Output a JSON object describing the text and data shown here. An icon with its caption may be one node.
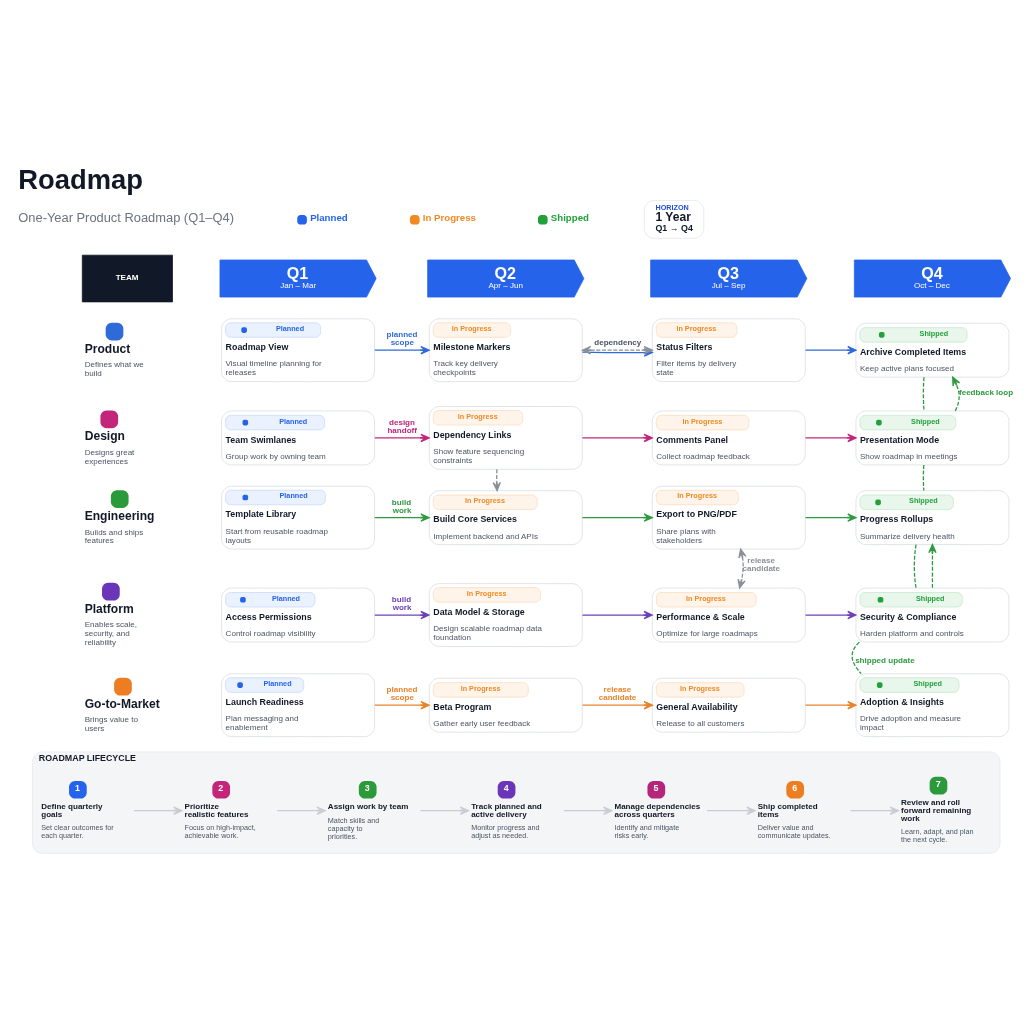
{
  "diagram": {
    "title": "Roadmap",
    "nodes": [
      {
        "text": [
          "HORIZON",
          "1 Year",
          "Q1 → Q4"
        ]
      },
      {
        "text": [
          "TEAM"
        ]
      },
      {
        "text": [
          "Q1",
          "Jan – Mar"
        ]
      },
      {
        "text": [
          "Q2",
          "Apr – Jun"
        ]
      },
      {
        "text": [
          "Q3",
          "Jul – Sep"
        ]
      },
      {
        "text": [
          "Q4",
          "Oct – Dec"
        ]
      },
      {
        "text": [
          "Product",
          "Defines what we build"
        ]
      },
      {
        "text": [
          "Planned",
          "Roadmap View",
          "Visual timeline planning for releases"
        ]
      },
      {
        "text": [
          "In Progress",
          "Milestone Markers",
          "Track key delivery checkpoints"
        ]
      },
      {
        "text": [
          "In Progress",
          "Status Filters",
          "Filter items by delivery state"
        ]
      },
      {
        "text": [
          "Shipped",
          "Archive Completed Items",
          "Keep active plans focused"
        ]
      },
      {
        "text": [
          "Design",
          "Designs great experiences"
        ]
      },
      {
        "text": [
          "Planned",
          "Team Swimlanes",
          "Group work by owning team"
        ]
      },
      {
        "text": [
          "In Progress",
          "Dependency Links",
          "Show feature sequencing constraints"
        ]
      },
      {
        "text": [
          "In Progress",
          "Comments Panel",
          "Collect roadmap feedback"
        ]
      },
      {
        "text": [
          "Shipped",
          "Presentation Mode",
          "Show roadmap in meetings"
        ]
      },
      {
        "text": [
          "Engineering",
          "Builds and ships features"
        ]
      },
      {
        "text": [
          "Planned",
          "Template Library",
          "Start from reusable roadmap layouts"
        ]
      },
      {
        "text": [
          "In Progress",
          "Build Core Services",
          "Implement backend and APIs"
        ]
      },
      {
        "text": [
          "In Progress",
          "Export to PNG/PDF",
          "Share plans with stakeholders"
        ]
      },
      {
        "text": [
          "Shipped",
          "Progress Rollups",
          "Summarize delivery health"
        ]
      },
      {
        "text": [
          "Platform",
          "Enables scale, security, and reliability"
        ]
      },
      {
        "text": [
          "Planned",
          "Access Permissions",
          "Control roadmap visibility"
        ]
      },
      {
        "text": [
          "In Progress",
          "Data Model & Storage",
          "Design scalable roadmap data foundation"
        ]
      },
      {
        "text": [
          "In Progress",
          "Performance & Scale",
          "Optimize for large roadmaps"
        ]
      },
      {
        "text": [
          "Shipped",
          "Security & Compliance",
          "Harden platform and controls"
        ]
      },
      {
        "text": [
          "Go-to-Market",
          "Brings value to users"
        ]
      },
      {
        "text": [
          "Planned",
          "Launch Readiness",
          "Plan messaging and enablement"
        ]
      },
      {
        "text": [
          "In Progress",
          "Beta Program",
          "Gather early user feedback"
        ]
      },
      {
        "text": [
          "In Progress",
          "General Availability",
          "Release to all customers"
        ]
      },
      {
        "text": [
          "Shipped",
          "Adoption & Insights",
          "Drive adoption and measure impact"
        ]
      },
      {
        "text": [
          "ROADMAP LIFECYCLE"
        ]
      },
      {
        "text": [
          "1",
          "Define quarterly goals",
          "Set clear outcomes for each quarter."
        ],
        "in": 31
      },
      {
        "text": [
          "2",
          "Prioritize realistic features",
          "Focus on high-impact, achievable work."
        ],
        "in": 31
      },
      {
        "text": [
          "3",
          "Assign work by team",
          "Match skills and capacity to priorities."
        ],
        "in": 31
      },
      {
        "text": [
          "4",
          "Track planned and active delivery",
          "Monitor progress and adjust as needed."
        ],
        "in": 31
      },
      {
        "text": [
          "5",
          "Manage dependencies across quarters",
          "Identify and mitigate risks early."
        ],
        "in": 31
      },
      {
        "text": [
          "6",
          "Ship completed items",
          "Deliver value and communicate updates."
        ],
        "in": 31
      },
      {
        "text": [
          "7",
          "Review and roll forward remaining work",
          "Learn, adapt, and plan the next cycle."
        ],
        "in": 31
      }
    ],
    "edges": [
      {
        "from": 7,
        "to": 8,
        "arrow": "to",
        "label": "planned scope",
        "color": "#2f6bd8"
      },
      {
        "from": 8,
        "to": 9,
        "arrow": "to",
        "color": "#2f6bd8"
      },
      {
        "from": 9,
        "to": 10,
        "arrow": "to",
        "color": "#2f6bd8"
      },
      {
        "from": 8,
        "to": 9,
        "arrow": "both",
        "label": "dependency",
        "style": "dashed",
        "color": "#8a8f98"
      },
      {
        "from": 12,
        "to": 13,
        "arrow": "to",
        "label": "design handoff",
        "color": "#c2257a"
      },
      {
        "from": 13,
        "to": 14,
        "arrow": "to",
        "color": "#c2257a"
      },
      {
        "from": 14,
        "to": 15,
        "arrow": "to",
        "color": "#c2257a"
      },
      {
        "from": 15,
        "to": 10,
        "arrow": "to",
        "label": "feedback loop",
        "style": "dashed"
      },
      {
        "from": 13,
        "to": 18,
        "arrow": "to",
        "style": "dashed",
        "color": "#8a8f98"
      },
      {
        "from": 17,
        "to": 18,
        "arrow": "to",
        "label": "build work"
      },
      {
        "from": 18,
        "to": 19,
        "arrow": "to"
      },
      {
        "from": 19,
        "to": 20,
        "arrow": "to"
      },
      {
        "from": 19,
        "to": 24,
        "arrow": "both",
        "label": "release candidate",
        "style": "dashed",
        "color": "#8a8f98"
      },
      {
        "from": 22,
        "to": 23,
        "arrow": "to",
        "label": "build work",
        "color": "#6d3fb8"
      },
      {
        "from": 23,
        "to": 24,
        "arrow": "to",
        "color": "#6d3fb8"
      },
      {
        "from": 24,
        "to": 25,
        "arrow": "to",
        "color": "#6d3fb8"
      },
      {
        "from": 25,
        "to": 20,
        "arrow": "to",
        "style": "dashed"
      },
      {
        "from": 27,
        "to": 28,
        "arrow": "to",
        "label": "planned scope",
        "color": "#e8832a"
      },
      {
        "from": 28,
        "to": 29,
        "arrow": "to",
        "label": "release candidate",
        "color": "#e8832a"
      },
      {
        "from": 29,
        "to": 30,
        "arrow": "to",
        "color": "#e8832a"
      },
      {
        "from": 10,
        "to": 15,
        "arrow": "none",
        "style": "dashed"
      },
      {
        "from": 15,
        "to": 20,
        "arrow": "none",
        "style": "dashed"
      },
      {
        "from": 20,
        "to": 25,
        "arrow": "none",
        "style": "dashed"
      },
      {
        "from": 25,
        "to": 30,
        "arrow": "none",
        "label": "shipped update",
        "style": "dashed"
      },
      {
        "from": 32,
        "to": 33,
        "arrow": "to",
        "color": "#c9cdd3"
      },
      {
        "from": 33,
        "to": 34,
        "arrow": "to",
        "color": "#c9cdd3"
      },
      {
        "from": 34,
        "to": 35,
        "arrow": "to",
        "color": "#c9cdd3"
      },
      {
        "from": 35,
        "to": 36,
        "arrow": "to",
        "color": "#c9cdd3"
      },
      {
        "from": 36,
        "to": 37,
        "arrow": "to",
        "color": "#c9cdd3"
      },
      {
        "from": 37,
        "to": 38,
        "arrow": "to",
        "color": "#c9cdd3"
      }
    ],
    "labels": [
      "One-Year Product Roadmap (Q1–Q4)"
    ],
    "legend": [
      {
        "text": "Planned",
        "color": "#2563eb"
      },
      {
        "text": "In Progress",
        "color": "#f08a24"
      },
      {
        "text": "Shipped",
        "color": "#22a03c"
      }
    ]
  }
}
